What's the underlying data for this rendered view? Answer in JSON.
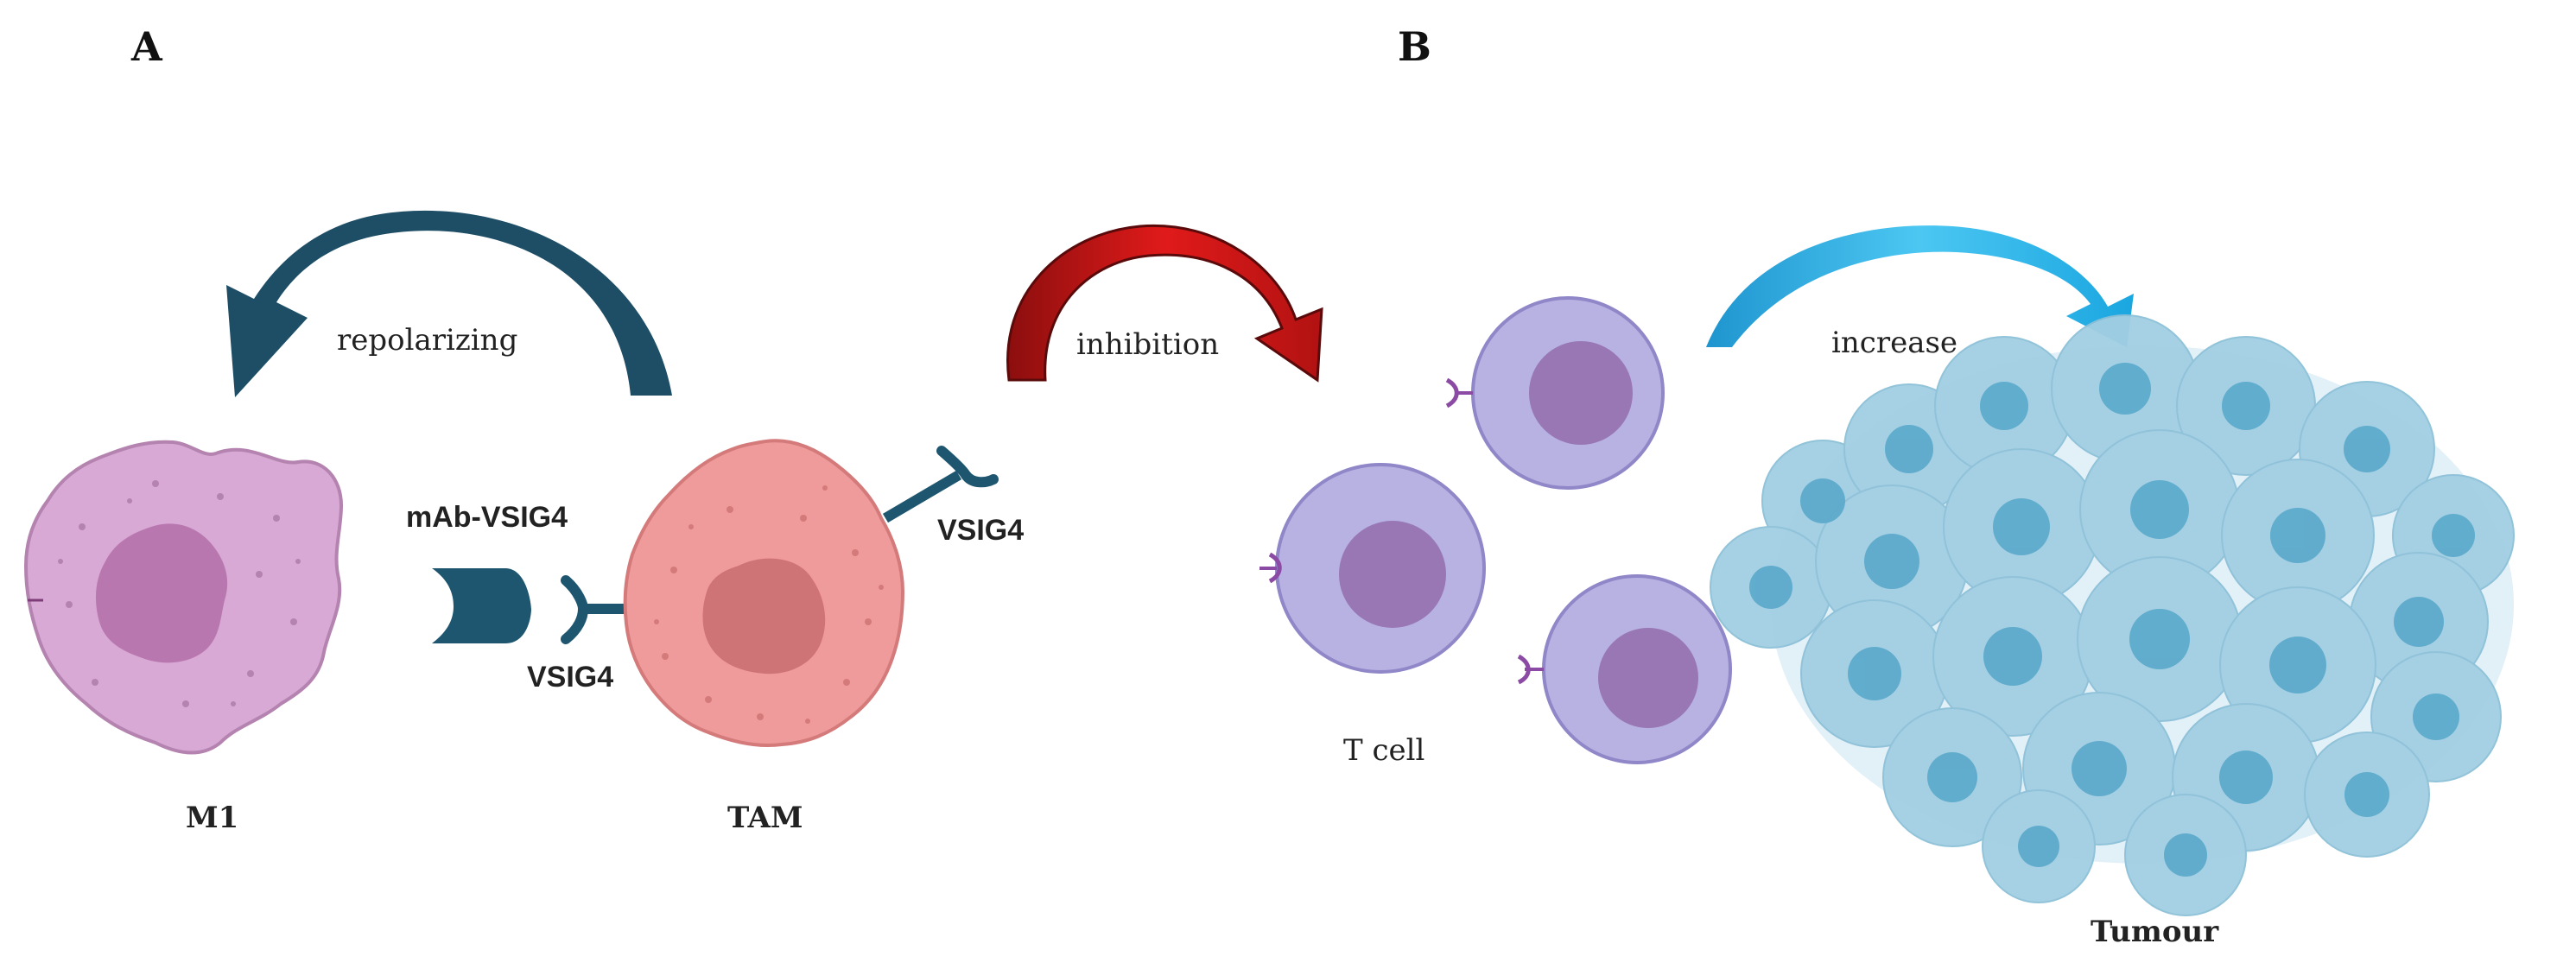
{
  "panels": {
    "a_label": "A",
    "b_label": "B"
  },
  "labels": {
    "repolarizing": "repolarizing",
    "inhibition": "inhibition",
    "increase": "increase",
    "mab": "mAb-VSIG4",
    "vsig4_lower": "VSIG4",
    "vsig4_upper": "VSIG4",
    "m1": "M1",
    "tam": "TAM",
    "tcell": "T cell",
    "tumour": "Tumour"
  },
  "colors": {
    "m1_membrane": "#D8A9D4",
    "m1_nucleus": "#B977B0",
    "tam_membrane": "#EF9B9B",
    "tam_nucleus": "#CF7476",
    "antibody": "#1E5670",
    "repolarizing_arrow": "#1E4E66",
    "inhibition_arrow": "#D81818",
    "increase_arrow": "#2BB4E8",
    "tcell_outer": "#B7B2E2",
    "tcell_nucleus": "#9877B4",
    "tumour_base": "#9CCBE0",
    "tumour_nucleus": "#5AA9CB"
  }
}
